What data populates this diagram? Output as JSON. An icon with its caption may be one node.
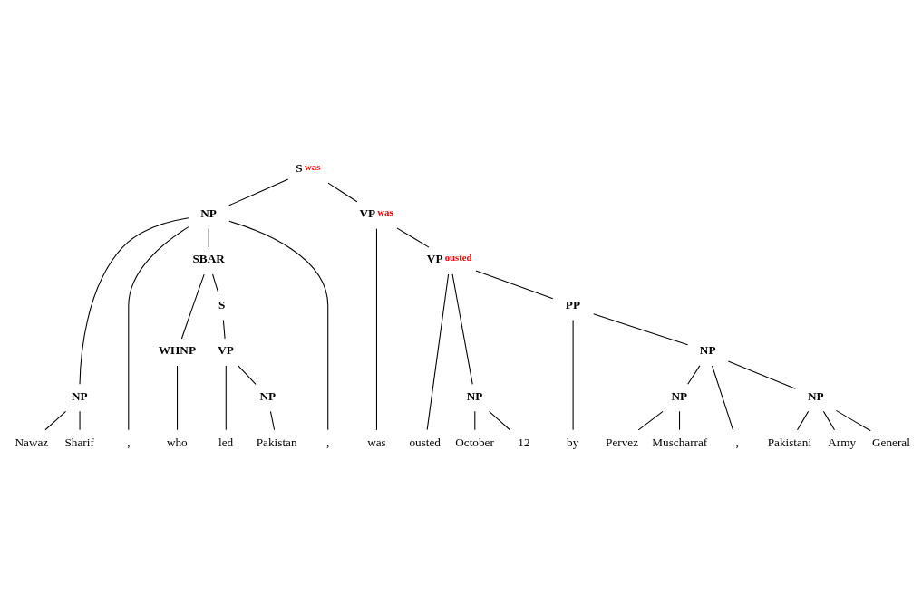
{
  "diagram": {
    "nodes": [
      {
        "text": [
          "S"
        ],
        "beside": [
          "was"
        ]
      },
      {
        "text": [
          "NP"
        ]
      },
      {
        "text": [
          "VP"
        ],
        "beside": [
          "was"
        ]
      },
      {
        "text": [
          "NP"
        ]
      },
      {
        "text": [
          ","
        ]
      },
      {
        "text": [
          "SBAR"
        ]
      },
      {
        "text": [
          ","
        ]
      },
      {
        "text": [
          "WHNP"
        ]
      },
      {
        "text": [
          "S"
        ]
      },
      {
        "text": [
          "VP"
        ]
      },
      {
        "text": [
          "NP"
        ]
      },
      {
        "text": [
          "Nawaz"
        ]
      },
      {
        "text": [
          "Sharif"
        ]
      },
      {
        "text": [
          "who"
        ]
      },
      {
        "text": [
          "led"
        ]
      },
      {
        "text": [
          "Pakistan"
        ]
      },
      {
        "text": [
          "was"
        ]
      },
      {
        "text": [
          "VP"
        ],
        "beside": [
          "ousted"
        ]
      },
      {
        "text": [
          "ousted"
        ]
      },
      {
        "text": [
          "NP"
        ]
      },
      {
        "text": [
          "PP"
        ]
      },
      {
        "text": [
          "October"
        ]
      },
      {
        "text": [
          "12"
        ]
      },
      {
        "text": [
          "by"
        ]
      },
      {
        "text": [
          "NP"
        ]
      },
      {
        "text": [
          "NP"
        ]
      },
      {
        "text": [
          ","
        ]
      },
      {
        "text": [
          "NP"
        ]
      },
      {
        "text": [
          "Pervez"
        ]
      },
      {
        "text": [
          "Muscharraf"
        ]
      },
      {
        "text": [
          "Pakistani"
        ]
      },
      {
        "text": [
          "Army"
        ]
      },
      {
        "text": [
          "General"
        ]
      }
    ],
    "edges": [
      {
        "from": 0,
        "to": 1,
        "arrow": "none"
      },
      {
        "from": 0,
        "to": 2,
        "arrow": "none"
      },
      {
        "from": 1,
        "to": 3,
        "arrow": "none"
      },
      {
        "from": 1,
        "to": 4,
        "arrow": "none"
      },
      {
        "from": 1,
        "to": 5,
        "arrow": "none"
      },
      {
        "from": 1,
        "to": 6,
        "arrow": "none"
      },
      {
        "from": 3,
        "to": 11,
        "arrow": "none"
      },
      {
        "from": 3,
        "to": 12,
        "arrow": "none"
      },
      {
        "from": 5,
        "to": 7,
        "arrow": "none"
      },
      {
        "from": 5,
        "to": 8,
        "arrow": "none"
      },
      {
        "from": 7,
        "to": 13,
        "arrow": "none"
      },
      {
        "from": 8,
        "to": 9,
        "arrow": "none"
      },
      {
        "from": 9,
        "to": 14,
        "arrow": "none"
      },
      {
        "from": 9,
        "to": 10,
        "arrow": "none"
      },
      {
        "from": 10,
        "to": 15,
        "arrow": "none"
      },
      {
        "from": 2,
        "to": 16,
        "arrow": "none"
      },
      {
        "from": 2,
        "to": 17,
        "arrow": "none"
      },
      {
        "from": 17,
        "to": 18,
        "arrow": "none"
      },
      {
        "from": 17,
        "to": 19,
        "arrow": "none"
      },
      {
        "from": 17,
        "to": 20,
        "arrow": "none"
      },
      {
        "from": 19,
        "to": 21,
        "arrow": "none"
      },
      {
        "from": 19,
        "to": 22,
        "arrow": "none"
      },
      {
        "from": 20,
        "to": 23,
        "arrow": "none"
      },
      {
        "from": 20,
        "to": 24,
        "arrow": "none"
      },
      {
        "from": 24,
        "to": 25,
        "arrow": "none"
      },
      {
        "from": 24,
        "to": 26,
        "arrow": "none"
      },
      {
        "from": 24,
        "to": 27,
        "arrow": "none"
      },
      {
        "from": 25,
        "to": 28,
        "arrow": "none"
      },
      {
        "from": 25,
        "to": 29,
        "arrow": "none"
      },
      {
        "from": 27,
        "to": 30,
        "arrow": "none"
      },
      {
        "from": 27,
        "to": 31,
        "arrow": "none"
      },
      {
        "from": 27,
        "to": 32,
        "arrow": "none"
      }
    ]
  }
}
